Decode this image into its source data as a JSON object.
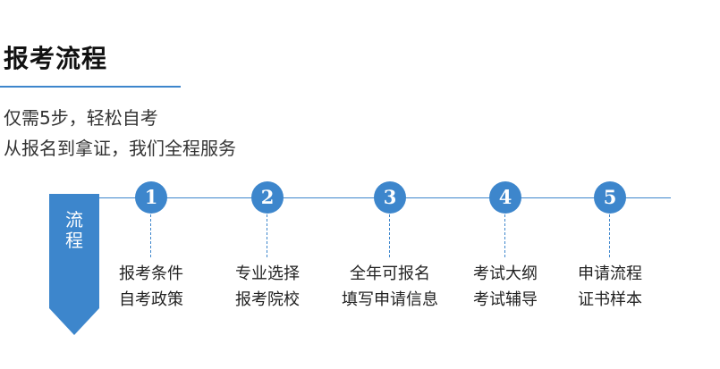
{
  "header": {
    "title": "报考流程",
    "subtitle_line1": "仅需5步，轻松自考",
    "subtitle_line2": "从报名到拿证，我们全程服务"
  },
  "flow": {
    "banner_char1": "流",
    "banner_char2": "程",
    "accent_color": "#3d86cc",
    "steps": [
      {
        "number": "1",
        "line1": "报考条件",
        "line2": "自考政策"
      },
      {
        "number": "2",
        "line1": "专业选择",
        "line2": "报考院校"
      },
      {
        "number": "3",
        "line1": "全年可报名",
        "line2": "填写申请信息"
      },
      {
        "number": "4",
        "line1": "考试大纲",
        "line2": "考试辅导"
      },
      {
        "number": "5",
        "line1": "申请流程",
        "line2": "证书样本"
      }
    ]
  }
}
